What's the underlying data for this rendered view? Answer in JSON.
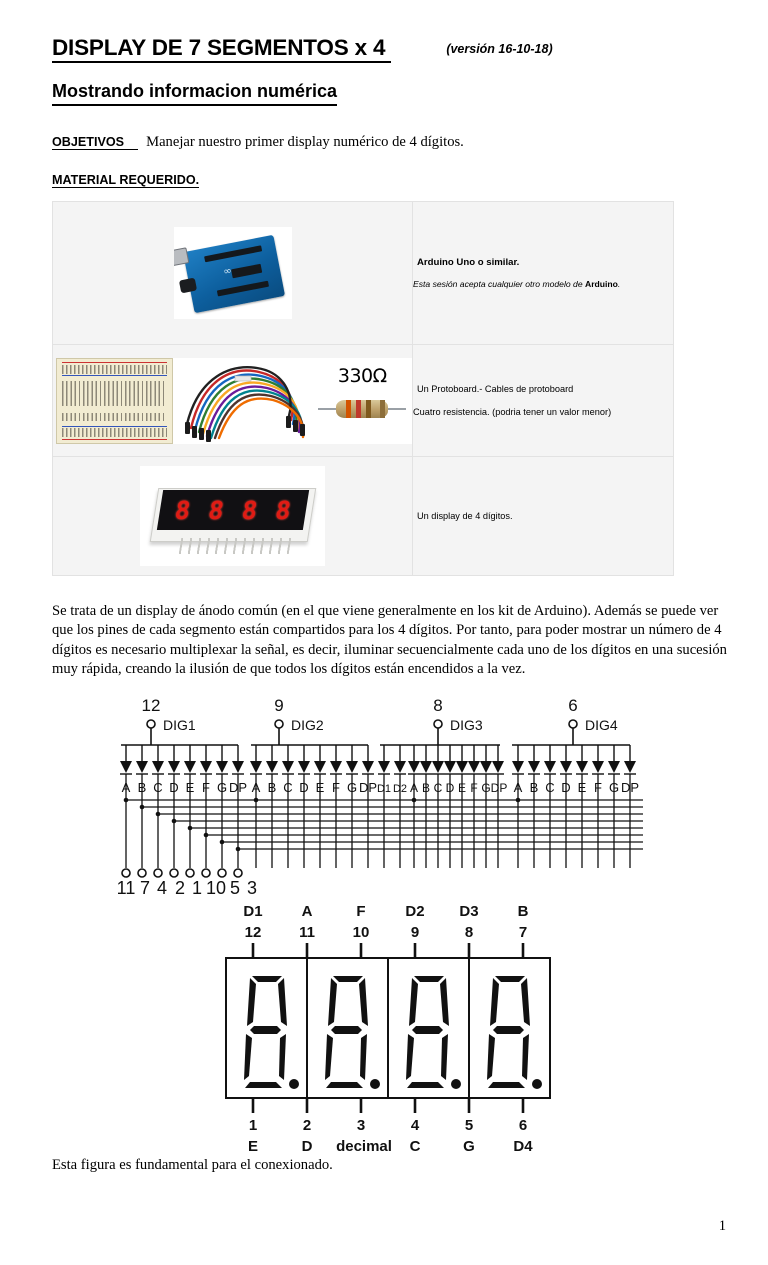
{
  "document": {
    "title": "DISPLAY DE 7 SEGMENTOS x 4 ",
    "version": "(versión 16-10-18)",
    "subtitle": "Mostrando informacion numérica",
    "objetivos_label": "OBJETIVOS",
    "objetivos_text": "Manejar nuestro primer display numérico de 4 dígitos.",
    "material_label": "MATERIAL REQUERIDO.",
    "page_number": "1"
  },
  "materials_table": {
    "rows": [
      {
        "image_names": [
          "arduino-uno-board-image"
        ],
        "caption_bold": "Arduino Uno o similar.",
        "caption_italic_pre": "Esta sesión acepta cualquier otro modelo de ",
        "caption_italic_bold": "Arduino",
        "caption_italic_post": "."
      },
      {
        "image_names": [
          "breadboard-image",
          "jumper-wires-image",
          "resistor-image"
        ],
        "resistor_value": "330Ω",
        "caption_line1": " Un Protoboard.-  Cables  de protoboard",
        "caption_line2": "Cuatro resistencia. (podria tener un valor menor)"
      },
      {
        "image_names": [
          "seven-segment-display-image"
        ],
        "display_digits": "8.8.8.8.",
        "caption_line1": " Un display de 4 dígitos."
      }
    ]
  },
  "body_paragraph": "Se trata de un display de ánodo común (en el que viene generalmente en los kit de Arduino). Además se puede ver que los pines de cada segmento están compartidos para los 4 dígitos. Por tanto, para poder mostrar un número de 4 dígitos es necesario multiplexar la señal, es decir, iluminar secuencialmente cada uno de los dígitos en una sucesión muy rápida, creando la ilusión de que todos los dígitos están encendidos a la vez.",
  "schematic": {
    "digit_commons": [
      {
        "pin": "12",
        "label": "DIG1"
      },
      {
        "pin": "9",
        "label": "DIG2"
      },
      {
        "pin": "8",
        "label": "DIG3"
      },
      {
        "pin": "6",
        "label": "DIG4"
      }
    ],
    "segment_labels_group1": [
      "A",
      "B",
      "C",
      "D",
      "E",
      "F",
      "G",
      "DP"
    ],
    "segment_labels_group2": [
      "A",
      "B",
      "C",
      "D",
      "E",
      "F",
      "G",
      "DP"
    ],
    "segment_labels_group3": [
      "A",
      "B",
      "C",
      "D",
      "E",
      "F",
      "G",
      "DP"
    ],
    "segment_labels_group4": [
      "A",
      "B",
      "C",
      "D",
      "E",
      "F",
      "G",
      "DP"
    ],
    "extra_labels": [
      "D1",
      "D2"
    ],
    "bottom_pins": [
      "11",
      "7",
      "4",
      "2",
      "1",
      "10",
      "5",
      "3"
    ]
  },
  "pinout": {
    "top_labels": [
      "D1",
      "A",
      "F",
      "D2",
      "D3",
      "B"
    ],
    "top_pins": [
      "12",
      "11",
      "10",
      "9",
      "8",
      "7"
    ],
    "bottom_pins": [
      "1",
      "2",
      "3",
      "4",
      "5",
      "6"
    ],
    "bottom_labels": [
      "E",
      "D",
      "decimal",
      "C",
      "G",
      "D4"
    ],
    "digit_glyph": "8."
  },
  "closing_text": "Esta figura es fundamental para el conexionado."
}
